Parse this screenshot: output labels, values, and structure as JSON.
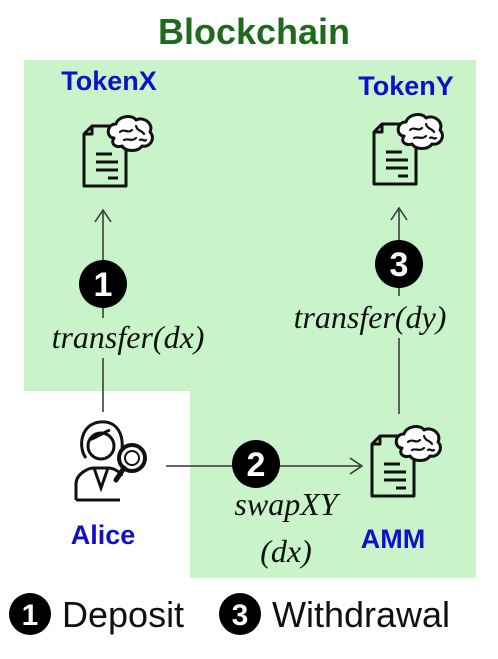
{
  "title": "Blockchain",
  "colors": {
    "title": "#1e6b1e",
    "region": "#c9f3c9",
    "label_blue": "#1010c8",
    "ink": "#111111",
    "badge": "#000000",
    "badge_text": "#ffffff"
  },
  "nodes": {
    "tokenx": {
      "label": "TokenX",
      "icon": "smart-contract-brain-icon"
    },
    "tokeny": {
      "label": "TokenY",
      "icon": "smart-contract-brain-icon"
    },
    "amm": {
      "label": "AMM",
      "icon": "smart-contract-brain-icon"
    },
    "alice": {
      "label": "Alice",
      "icon": "user-search-icon"
    }
  },
  "steps": [
    {
      "number": "1",
      "call": "transfer(dx)"
    },
    {
      "number": "2",
      "call_line1": "swapXY",
      "call_line2": "(dx)"
    },
    {
      "number": "3",
      "call": "transfer(dy)"
    }
  ],
  "legend": [
    {
      "number": "1",
      "text": "Deposit"
    },
    {
      "number": "3",
      "text": "Withdrawal"
    }
  ]
}
